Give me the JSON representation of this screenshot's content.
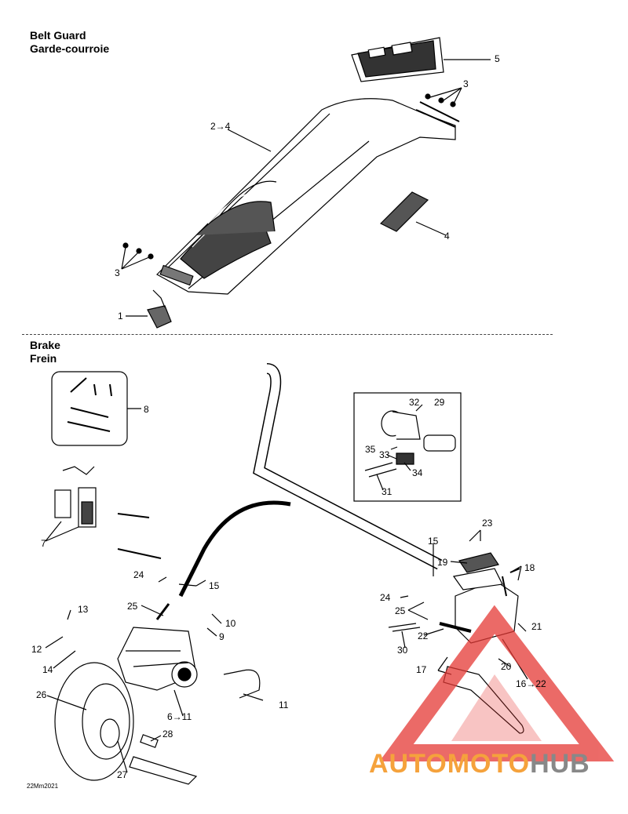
{
  "sections": {
    "belt_guard": {
      "title_en": "Belt Guard",
      "title_fr": "Garde-courroie"
    },
    "brake": {
      "title_en": "Brake",
      "title_fr": "Frein"
    }
  },
  "callouts": {
    "c1": "1",
    "c2_4": "2→4",
    "c3a": "3",
    "c3b": "3",
    "c4": "4",
    "c5": "5",
    "c6_11": "6→11",
    "c7": "7",
    "c8": "8",
    "c9": "9",
    "c10": "10",
    "c11": "11",
    "c12": "12",
    "c13": "13",
    "c14": "14",
    "c15a": "15",
    "c15b": "15",
    "c16_22": "16→22",
    "c17": "17",
    "c18": "18",
    "c19": "19",
    "c20": "20",
    "c21": "21",
    "c22": "22",
    "c23": "23",
    "c24a": "24",
    "c24b": "24",
    "c25a": "25",
    "c25b": "25",
    "c26": "26",
    "c27": "27",
    "c28": "28",
    "c29": "29",
    "c30": "30",
    "c31": "31",
    "c32": "32",
    "c33": "33",
    "c34": "34",
    "c35": "35"
  },
  "drawing_code": "22Mm2021",
  "watermark": {
    "part1": "AUTOMOTO",
    "part2": "HUB"
  }
}
